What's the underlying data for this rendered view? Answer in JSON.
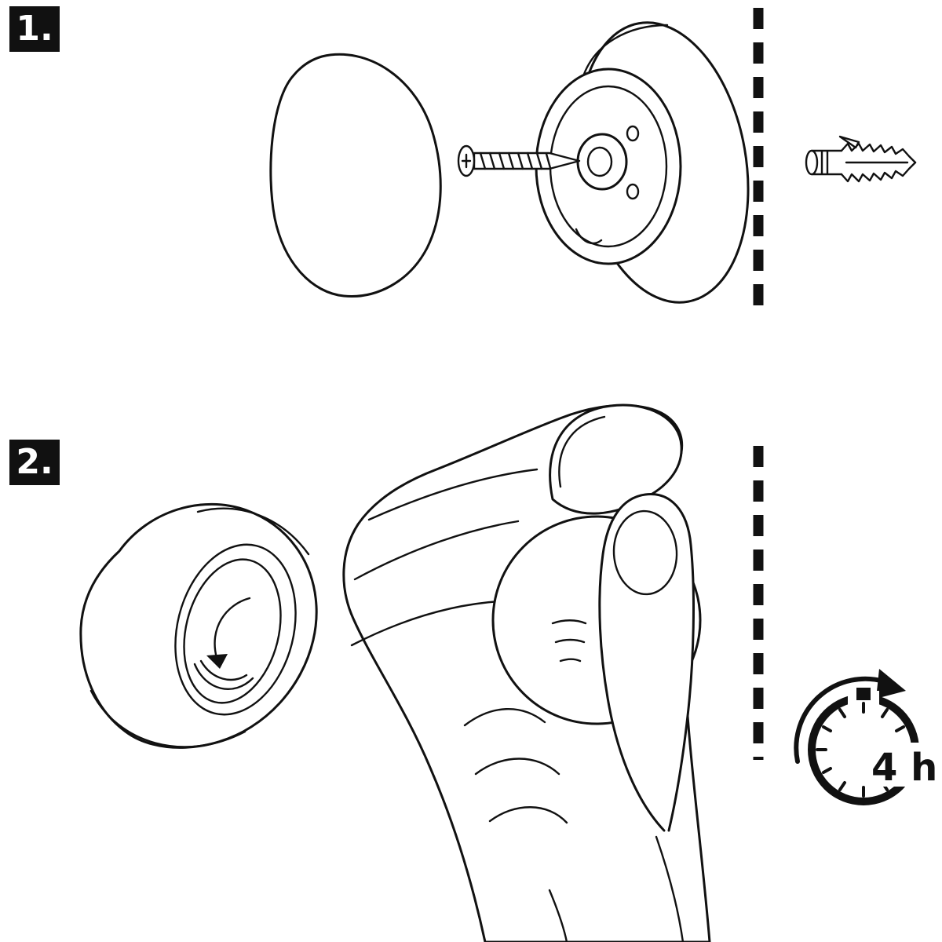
{
  "colors": {
    "ink": "#111111",
    "paper": "#ffffff"
  },
  "steps": [
    {
      "label": "1.",
      "figures": [
        "cover-cap",
        "mounting-screw",
        "wall-bracket"
      ],
      "aside": {
        "icon": "wall-anchor-icon"
      }
    },
    {
      "label": "2.",
      "figures": [
        "assembled-knob-rotation",
        "hand-pressing-knob"
      ],
      "aside": {
        "icon": "timer-icon",
        "label": "4 h"
      }
    }
  ]
}
